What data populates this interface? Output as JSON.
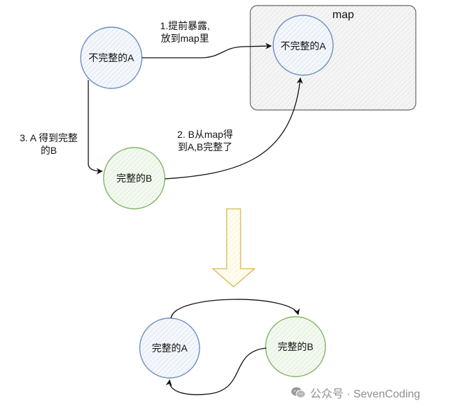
{
  "colors": {
    "blue_node": "#6c8ebf",
    "green_node": "#82b366",
    "map_box": "#666666",
    "arrow": "#111111",
    "big_arrow": "#d6b656",
    "watermark": "#8f8f8f"
  },
  "map_box": {
    "title": "map"
  },
  "nodes": {
    "incomplete_a": "不完整的A",
    "incomplete_a_in_map": "不完整的A",
    "complete_b": "完整的B",
    "bottom_complete_a": "完整的A",
    "bottom_complete_b": "完整的B"
  },
  "edges": {
    "step1": "1.提前暴露,\n放到map里",
    "step2": "2. B从map得\n到A,B完整了",
    "step3": "3. A 得到完整\n的B"
  },
  "watermark": {
    "icon": "wechat-icon",
    "text": "公众号 · SevenCoding"
  }
}
